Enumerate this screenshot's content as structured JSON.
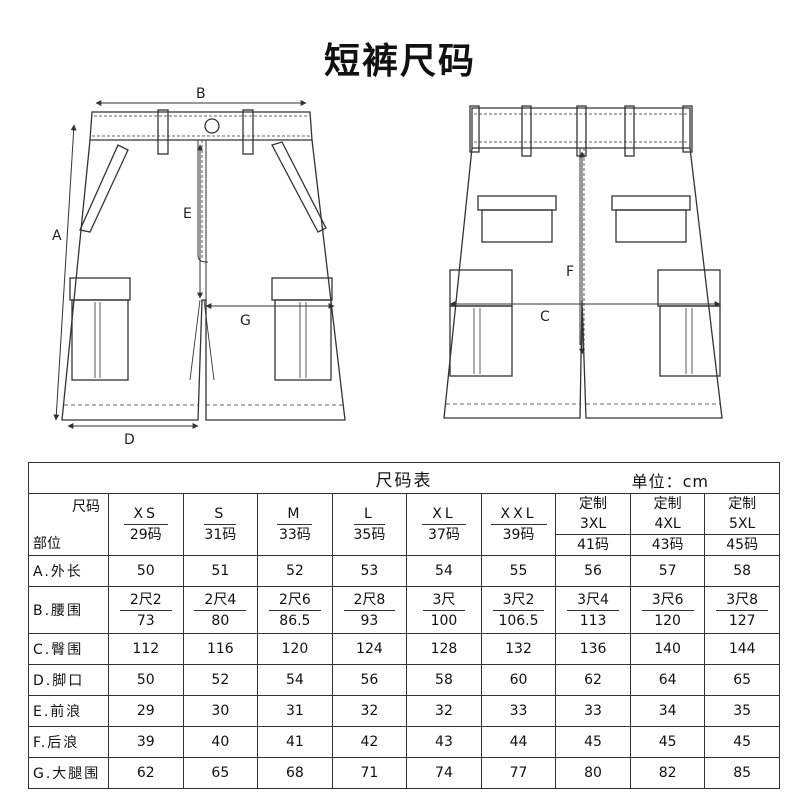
{
  "title": "短裤尺码",
  "diagram": {
    "labels": {
      "A": "A",
      "B": "B",
      "C": "C",
      "D": "D",
      "E": "E",
      "F": "F",
      "G": "G"
    }
  },
  "table": {
    "title": "尺码表",
    "unit": "单位：cm",
    "corner_top": "尺码",
    "corner_bottom": "部位",
    "sizes": [
      {
        "name": "XS",
        "code": "29码"
      },
      {
        "name": "S",
        "code": "31码"
      },
      {
        "name": "M",
        "code": "33码"
      },
      {
        "name": "L",
        "code": "35码"
      },
      {
        "name": "XL",
        "code": "37码"
      },
      {
        "name": "XXL",
        "code": "39码"
      },
      {
        "name": "定制3XL",
        "code": "41码"
      },
      {
        "name": "定制4XL",
        "code": "43码"
      },
      {
        "name": "定制5XL",
        "code": "45码"
      }
    ],
    "rows": {
      "outer_length": {
        "label": "A.外长",
        "values": [
          "50",
          "51",
          "52",
          "53",
          "54",
          "55",
          "56",
          "57",
          "58"
        ]
      },
      "waist": {
        "label": "B.腰围",
        "values": [
          {
            "top": "2尺2",
            "bottom": "73"
          },
          {
            "top": "2尺4",
            "bottom": "80"
          },
          {
            "top": "2尺6",
            "bottom": "86.5"
          },
          {
            "top": "2尺8",
            "bottom": "93"
          },
          {
            "top": "3尺",
            "bottom": "100"
          },
          {
            "top": "3尺2",
            "bottom": "106.5"
          },
          {
            "top": "3尺4",
            "bottom": "113"
          },
          {
            "top": "3尺6",
            "bottom": "120"
          },
          {
            "top": "3尺8",
            "bottom": "127"
          }
        ]
      },
      "hip": {
        "label": "C.臀围",
        "values": [
          "112",
          "116",
          "120",
          "124",
          "128",
          "132",
          "136",
          "140",
          "144"
        ]
      },
      "leg_opening": {
        "label": "D.脚口",
        "values": [
          "50",
          "52",
          "54",
          "56",
          "58",
          "60",
          "62",
          "64",
          "65"
        ]
      },
      "front_rise": {
        "label": "E.前浪",
        "values": [
          "29",
          "30",
          "31",
          "32",
          "32",
          "33",
          "33",
          "34",
          "35"
        ]
      },
      "back_rise": {
        "label": "F.后浪",
        "values": [
          "39",
          "40",
          "41",
          "42",
          "43",
          "44",
          "45",
          "45",
          "45"
        ]
      },
      "thigh": {
        "label": "G.大腿围",
        "values": [
          "62",
          "65",
          "68",
          "71",
          "74",
          "77",
          "80",
          "82",
          "85"
        ]
      }
    }
  }
}
